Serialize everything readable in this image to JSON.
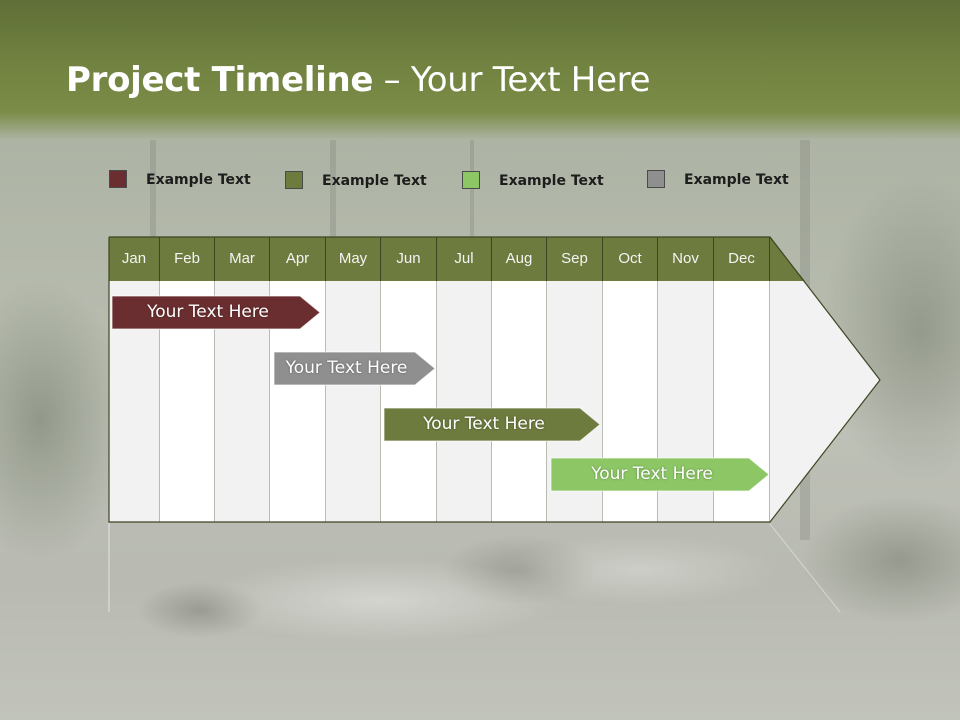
{
  "slide": {
    "title_bold": "Project Timeline",
    "title_rest": " – Your Text Here"
  },
  "legend": [
    {
      "label": "Example Text",
      "color": "#6b2e30"
    },
    {
      "label": "Example Text",
      "color": "#6d7b3e"
    },
    {
      "label": "Example Text",
      "color": "#8cc665"
    },
    {
      "label": "Example Text",
      "color": "#8f8f8f"
    }
  ],
  "months": [
    "Jan",
    "Feb",
    "Mar",
    "Apr",
    "May",
    "Jun",
    "Jul",
    "Aug",
    "Sep",
    "Oct",
    "Nov",
    "Dec"
  ],
  "tasks": [
    {
      "label": "Your  Text Here",
      "color": "#6b2e30",
      "start": "Jan",
      "end": "Apr"
    },
    {
      "label": "Your  Text Here",
      "color": "#8f8f8f",
      "start": "Apr",
      "end": "Jun"
    },
    {
      "label": "Your  Text Here",
      "color": "#6d7b3e",
      "start": "Jun",
      "end": "Sep"
    },
    {
      "label": "Your  Text Here",
      "color": "#8cc665",
      "start": "Sep",
      "end": "Dec"
    }
  ],
  "colors": {
    "header_band": "#718240",
    "month_header": "#6d7b3e",
    "board_light": "#f2f2f2",
    "board_white": "#ffffff"
  }
}
